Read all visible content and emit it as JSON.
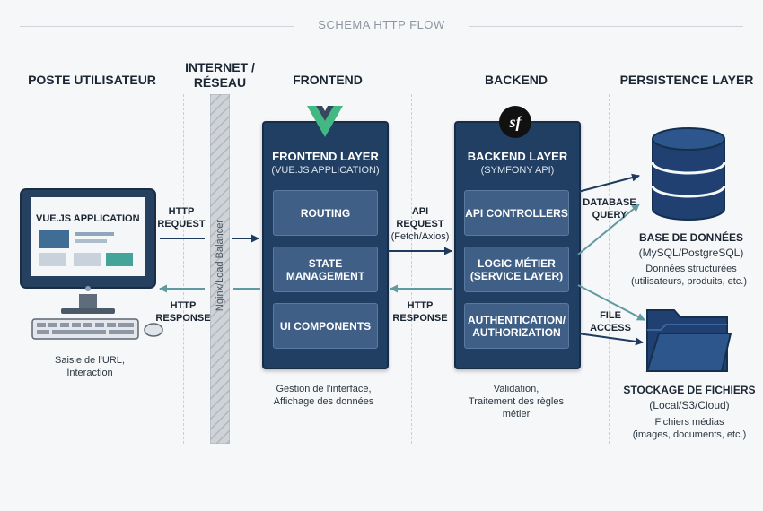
{
  "title": "SCHEMA HTTP FLOW",
  "columns": {
    "user": "POSTE UTILISATEUR",
    "internet_line1": "INTERNET /",
    "internet_line2": "RÉSEAU",
    "frontend": "FRONTEND",
    "backend": "BACKEND",
    "persistence": "PERSISTENCE LAYER"
  },
  "user": {
    "screen_label": "VUE.JS APPLICATION",
    "caption_line1": "Saisie de l'URL,",
    "caption_line2": "Interaction"
  },
  "network": {
    "balancer": "Nginx/Load Balancer"
  },
  "frontend": {
    "header": "FRONTEND LAYER",
    "subtitle": "(VUE.JS APPLICATION)",
    "modules": [
      "ROUTING",
      "STATE\nMANAGEMENT",
      "UI COMPONENTS"
    ],
    "caption_line1": "Gestion de l'interface,",
    "caption_line2": "Affichage des données"
  },
  "backend": {
    "header": "BACKEND LAYER",
    "subtitle": "(SYMFONY API)",
    "logo_letter": "sf",
    "modules": [
      "API CONTROLLERS",
      "LOGIC MÉTIER\n(SERVICE LAYER)",
      "AUTHENTICATION/\nAUTHORIZATION"
    ],
    "caption_line1": "Validation,",
    "caption_line2": "Traitement des règles",
    "caption_line3": "métier"
  },
  "arrows": {
    "http_request_1": "HTTP",
    "http_request_2": "REQUEST",
    "http_response_1": "HTTP",
    "http_response_2": "RESPONSE",
    "api_request_1": "API",
    "api_request_2": "REQUEST",
    "api_request_3": "(Fetch/Axios)",
    "api_response_1": "HTTP",
    "api_response_2": "RESPONSE",
    "db_query_1": "DATABASE",
    "db_query_2": "QUERY",
    "file_access_1": "FILE",
    "file_access_2": "ACCESS"
  },
  "database": {
    "title": "BASE DE DONNÉES",
    "subtitle": "(MySQL/PostgreSQL)",
    "desc_line1": "Données structurées",
    "desc_line2": "(utilisateurs, produits, etc.)"
  },
  "storage": {
    "title": "STOCKAGE DE FICHIERS",
    "subtitle": "(Local/S3/Cloud)",
    "desc_line1": "Fichiers médias",
    "desc_line2": "(images, documents, etc.)"
  },
  "colors": {
    "navy": "#213e63",
    "module": "#3f5f86",
    "arrow_dark": "#1e3a5f",
    "arrow_teal": "#5e9aa0",
    "vue_green": "#42b883",
    "vue_dark": "#35495e"
  }
}
